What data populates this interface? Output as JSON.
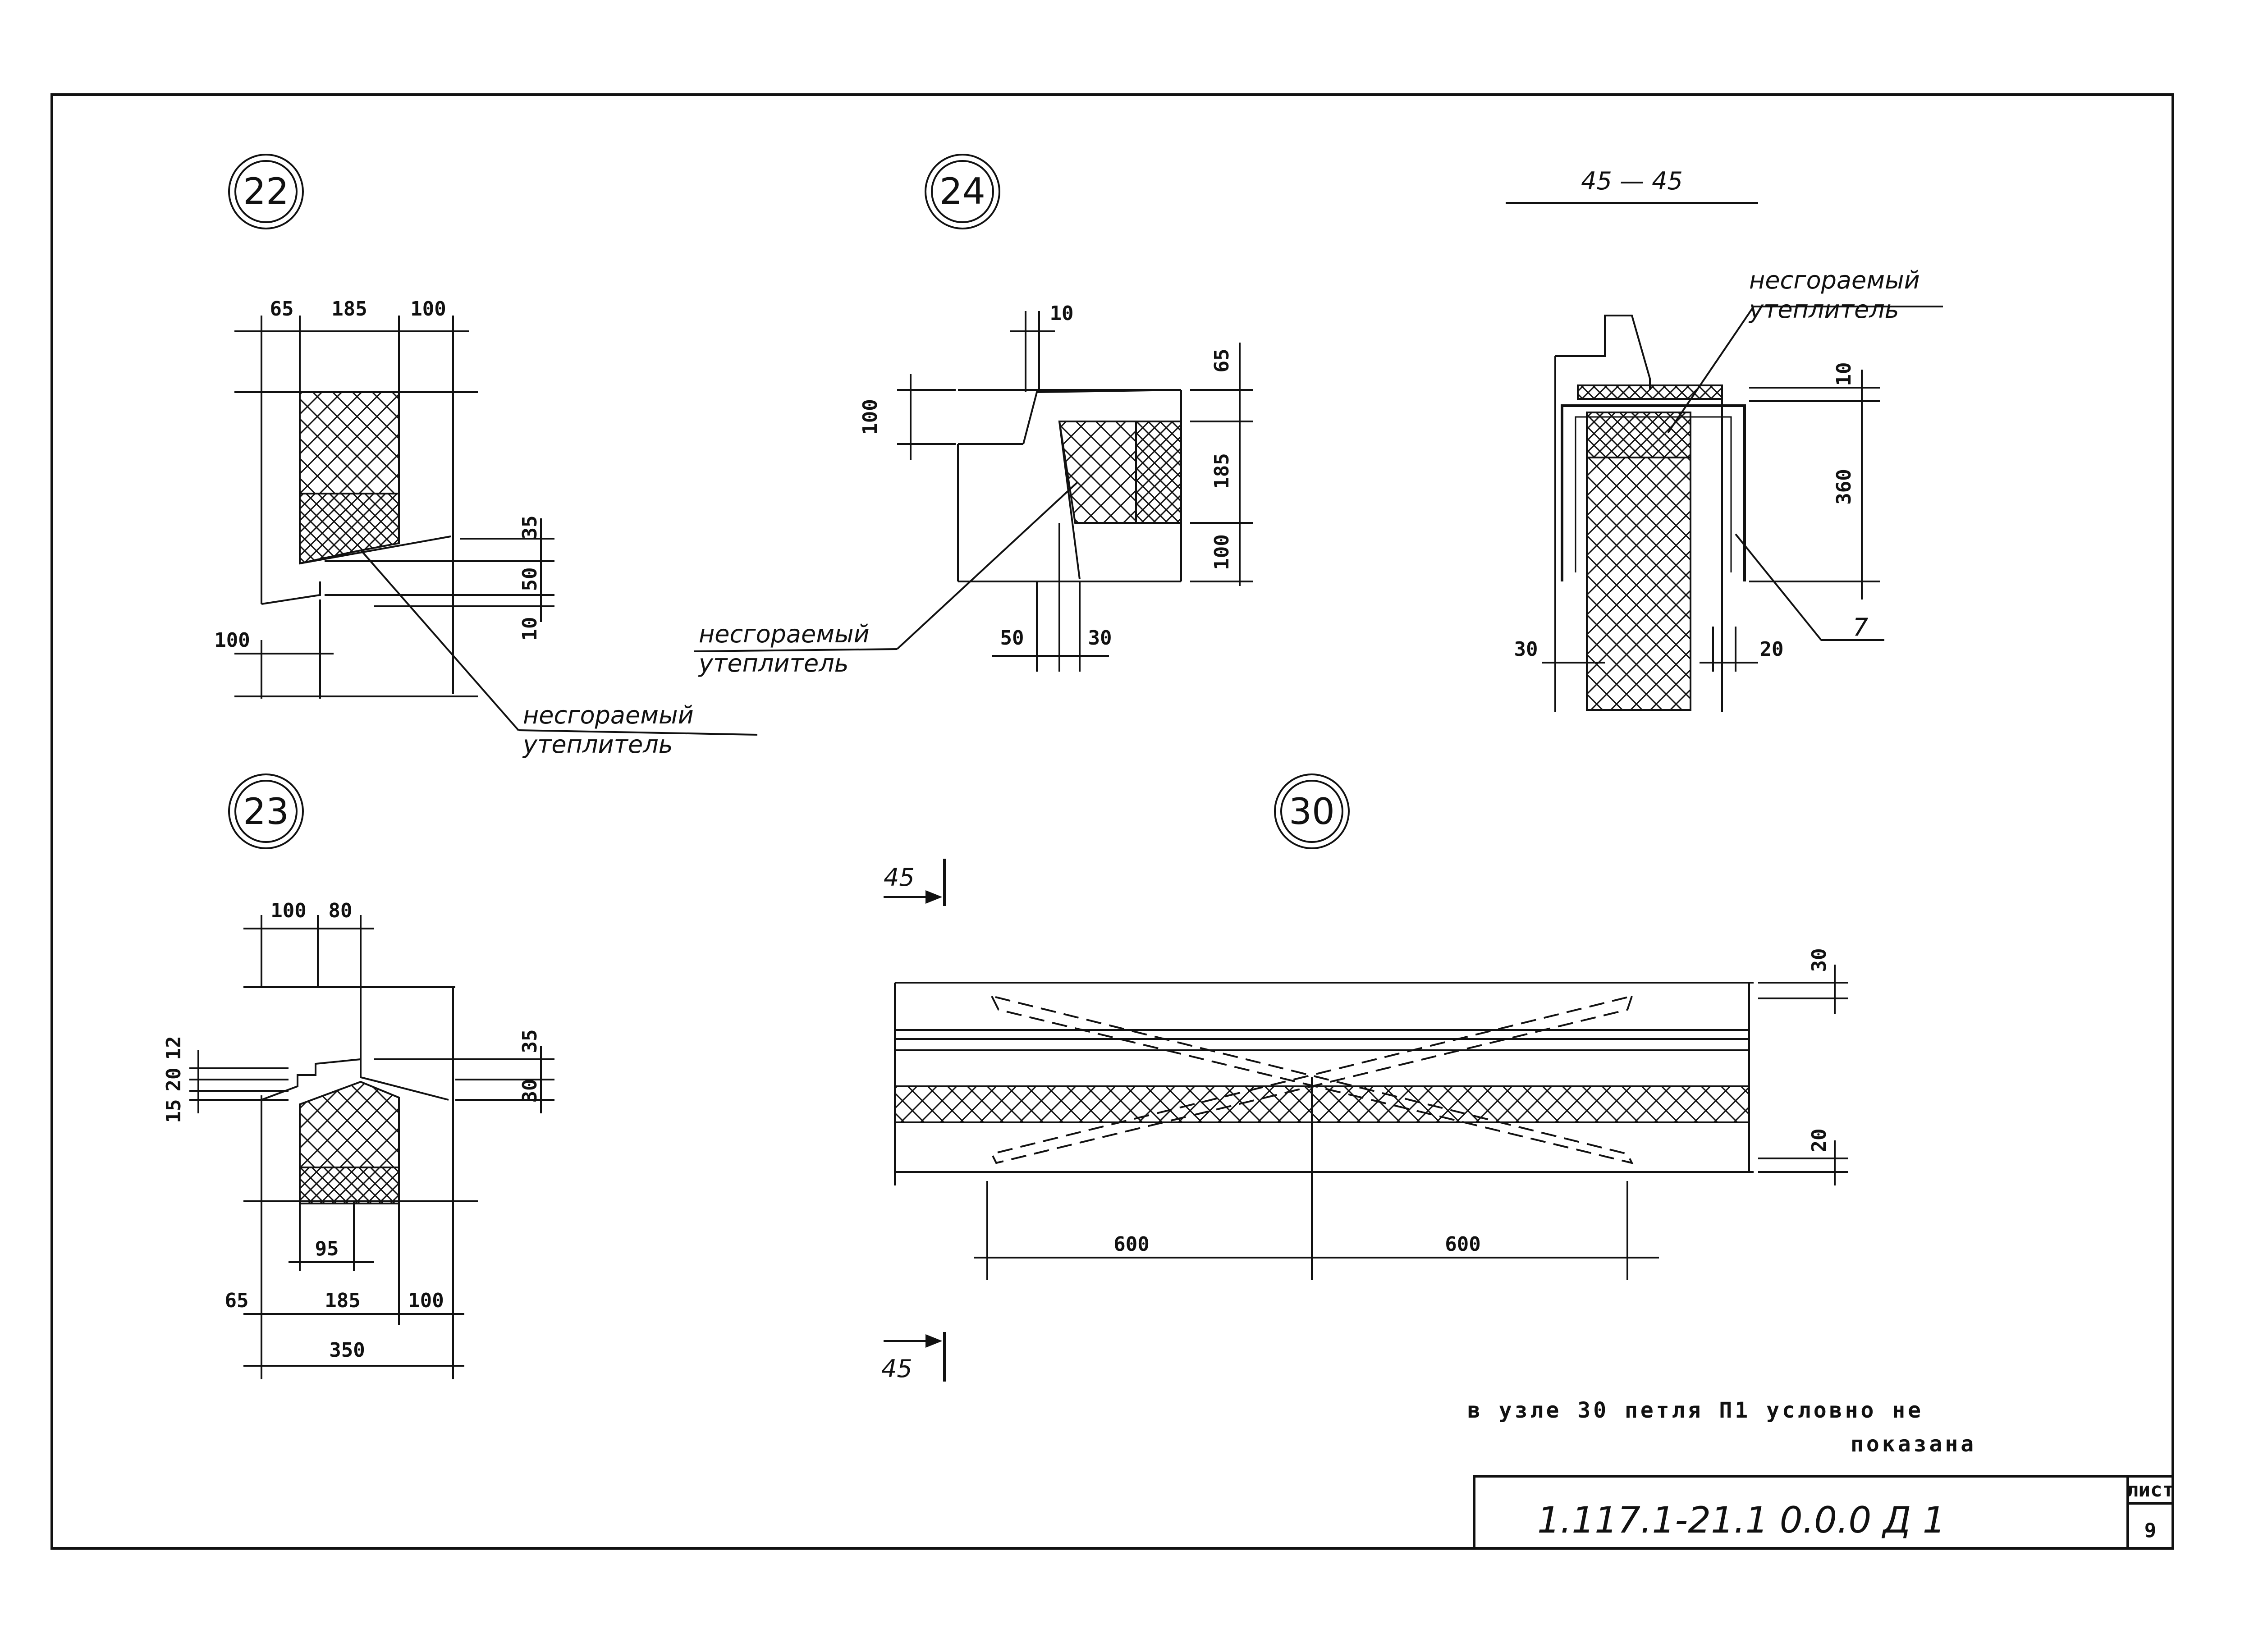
{
  "details": {
    "d22": {
      "marker": "22",
      "dims_top": [
        "65",
        "185",
        "100"
      ],
      "dims_right": [
        "35",
        "50",
        "10"
      ],
      "dim_left": "100",
      "label_line1": "несгораемый",
      "label_line2": "утеплитель"
    },
    "d23": {
      "marker": "23",
      "dims_top": [
        "100",
        "80"
      ],
      "dims_left": [
        "12",
        "20",
        "15"
      ],
      "dims_right": [
        "35",
        "30"
      ],
      "dim_inner": "95",
      "dims_bottom": [
        "65",
        "185",
        "100"
      ],
      "dim_total": "350"
    },
    "d24": {
      "marker": "24",
      "dim_top": "10",
      "dim_left": "100",
      "dims_right": [
        "65",
        "185",
        "100"
      ],
      "dims_bottom": [
        "50",
        "30"
      ],
      "label_line1": "несгораемый",
      "label_line2": "утеплитель"
    },
    "d30": {
      "marker": "30",
      "section_mark": "45",
      "dims_right": [
        "30",
        "20"
      ],
      "dims_bottom": [
        "600",
        "600"
      ]
    },
    "section45": {
      "title": "45 — 45",
      "label_line1": "несгораемый",
      "label_line2": "утеплитель",
      "dims_right": [
        "10",
        "360"
      ],
      "dims_bottom": [
        "30",
        "20"
      ],
      "callout": "7"
    }
  },
  "note": {
    "line1": "в узле 30 петля П1 условно не",
    "line2": "показана"
  },
  "title_block": {
    "designation": "1.117.1-21.1 0.0.0 Д 1",
    "sheet_label": "лист",
    "sheet_number": "9"
  }
}
